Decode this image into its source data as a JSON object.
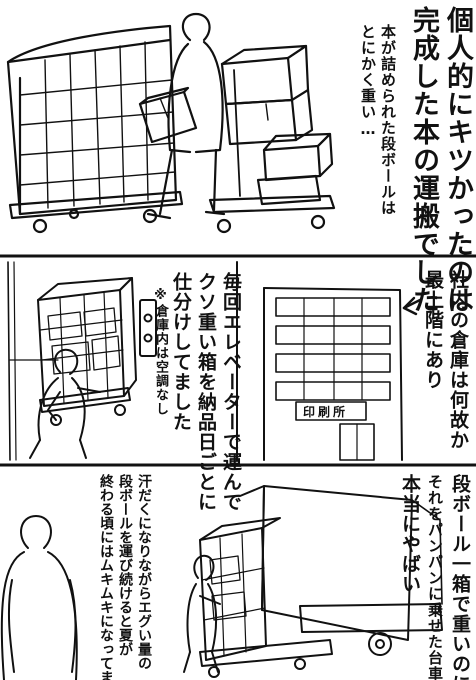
{
  "panel1": {
    "caption_lines": [
      "個人的にキツかったのは",
      "完成した本の運搬でした"
    ],
    "sub_lines": [
      "本が詰められた段ボールは",
      "とにかく重い…"
    ]
  },
  "panel2": {
    "building_caption_lines": [
      "社内の倉庫は何故か",
      "最上階にあり"
    ],
    "sign_text": "印刷所",
    "elevator_lines": [
      "毎回エレベーターで運んで",
      "クソ重い箱を納品日ごとに",
      "仕分けしてました"
    ],
    "note": "※倉庫内は空調なし"
  },
  "panel3": {
    "right_lines": [
      "段ボール一箱で重いのに",
      "それをパンパンに乗せた台車は",
      "本当にやばい"
    ],
    "left_lines": [
      "汗だくになりながらエグい量の",
      "段ボールを運び続けると夏が",
      "終わる頃にはムキムキになってました"
    ]
  }
}
